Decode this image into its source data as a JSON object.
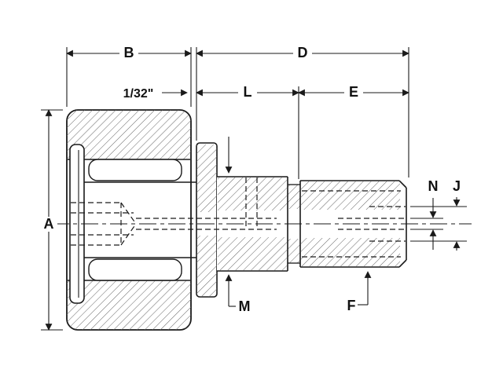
{
  "colors": {
    "line": "#1a1a1a",
    "hatch": "#666666",
    "background": "#ffffff",
    "text": "#111111"
  },
  "dims": {
    "A": "A",
    "B": "B",
    "D": "D",
    "L": "L",
    "E": "E",
    "N": "N",
    "J": "J",
    "M": "M",
    "F": "F",
    "gap": "1/32\""
  }
}
